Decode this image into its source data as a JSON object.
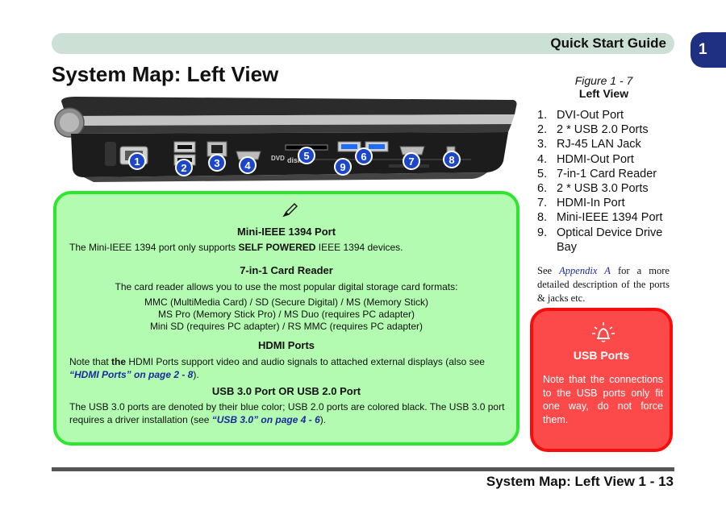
{
  "header": {
    "title": "Quick Start Guide",
    "chapter": "1"
  },
  "page_title": "System Map: Left View",
  "laptop": {
    "callouts": [
      "1",
      "2",
      "3",
      "4",
      "5",
      "6",
      "7",
      "8",
      "9"
    ],
    "dvd_label": "DVD",
    "disk_label": "disk"
  },
  "figure": {
    "number": "Figure 1 - 7",
    "name": "Left View"
  },
  "ports": [
    {
      "num": "1.",
      "label": "DVI-Out Port"
    },
    {
      "num": "2.",
      "label": "2 * USB 2.0 Ports"
    },
    {
      "num": "3.",
      "label": "RJ-45 LAN Jack"
    },
    {
      "num": "4.",
      "label": "HDMI-Out Port"
    },
    {
      "num": "5.",
      "label": "7-in-1 Card Reader"
    },
    {
      "num": "6.",
      "label": "2 * USB 3.0 Ports"
    },
    {
      "num": "7.",
      "label": "HDMI-In Port"
    },
    {
      "num": "8.",
      "label": "Mini-IEEE 1394 Port"
    },
    {
      "num": "9.",
      "label": "Optical Device Drive Bay"
    }
  ],
  "see_note": {
    "pre": "See ",
    "link": "Appendix A",
    "post": " for a more detailed description of the ports & jacks etc."
  },
  "note_box": {
    "h1": "Mini-IEEE 1394 Port",
    "p1_pre": "The Mini-IEEE 1394 port only supports ",
    "p1_bold": "SELF POWERED",
    "p1_post": " IEEE 1394 devices.",
    "h2": "7-in-1 Card Reader",
    "p2": "The card reader allows you to use the most popular digital storage card formats:",
    "c1": "MMC (MultiMedia Card) / SD (Secure Digital) / MS (Memory Stick)",
    "c2": "MS Pro (Memory Stick Pro) / MS Duo (requires PC adapter)",
    "c3": "Mini SD (requires PC adapter) / RS MMC (requires PC adapter)",
    "h3": "HDMI Ports",
    "p3_pre": "Note that ",
    "p3_bold": "the",
    "p3_mid": " HDMI Ports support video and audio signals to attached external displays (also see ",
    "p3_link": "“HDMI Ports” on page 2 - 8",
    "p3_post": ").",
    "h4": "USB 3.0 Port OR USB 2.0 Port",
    "p4_pre": "The USB 3.0 ports are denoted by their blue color; USB 2.0 ports are colored black. The USB 3.0 port requires a driver installation (see ",
    "p4_link": "“USB 3.0” on page 4 - 6",
    "p4_post": ")."
  },
  "warning": {
    "title": "USB Ports",
    "text": "Note that the connections to the USB ports only fit one way, do not force them."
  },
  "footer": {
    "text": "System Map: Left View 1 - 13"
  }
}
